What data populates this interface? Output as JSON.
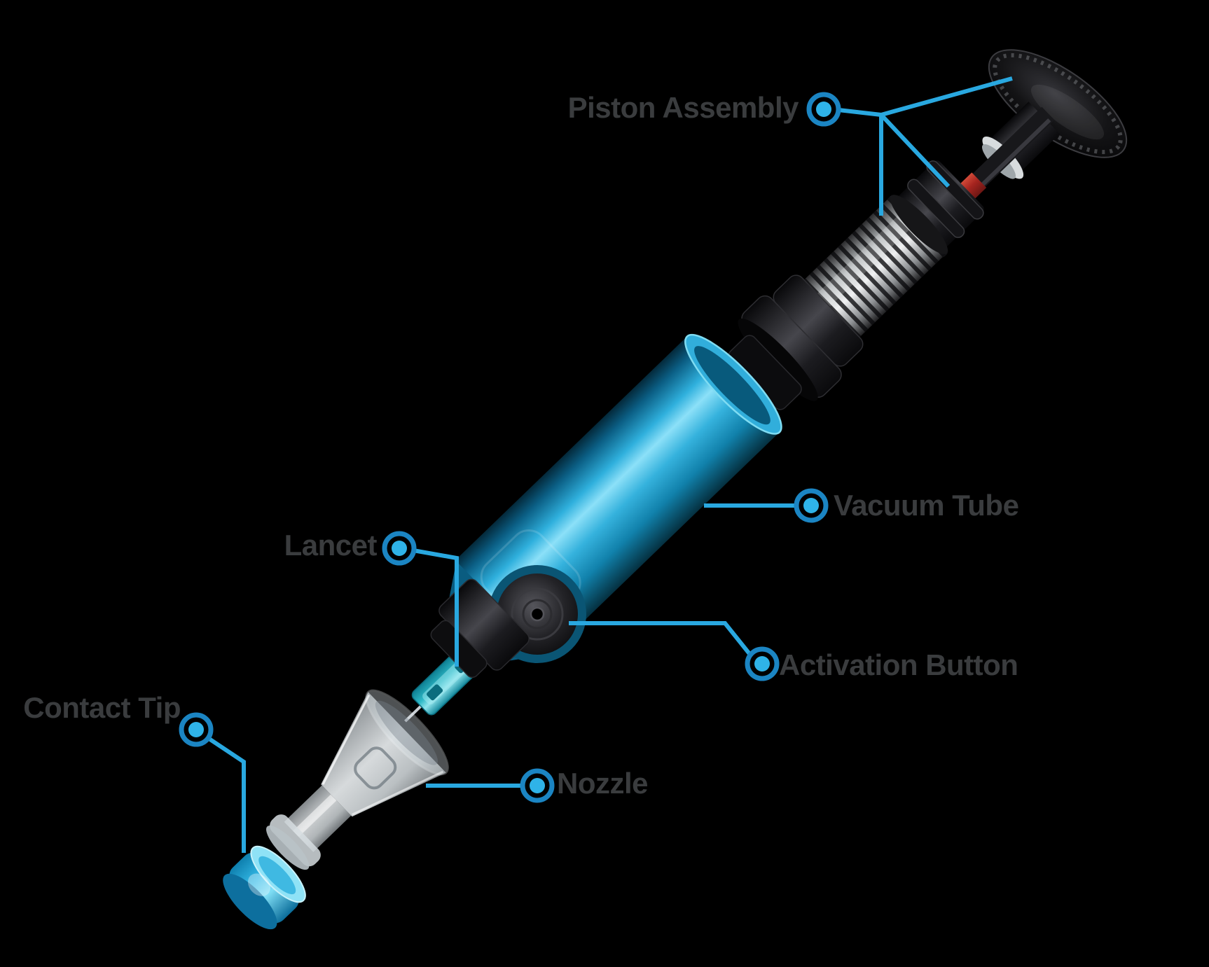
{
  "diagram": {
    "kind": "exploded-device-callout-diagram",
    "background_color": "#000000"
  },
  "colors": {
    "accent_blue": "#29a8e0",
    "marker_ring_blue": "#1b85c3",
    "marker_dot_blue": "#2fb3e8",
    "label_text": "#3a3c3e",
    "tube_blue": "#2fb0dd",
    "red_band": "#a5241f",
    "contact_tip_blue": "#35bbe8"
  },
  "labels": {
    "piston_assembly": "Piston Assembly",
    "vacuum_tube": "Vacuum Tube",
    "lancet": "Lancet",
    "activation_button": "Activation Button",
    "contact_tip": "Contact Tip",
    "nozzle": "Nozzle"
  }
}
